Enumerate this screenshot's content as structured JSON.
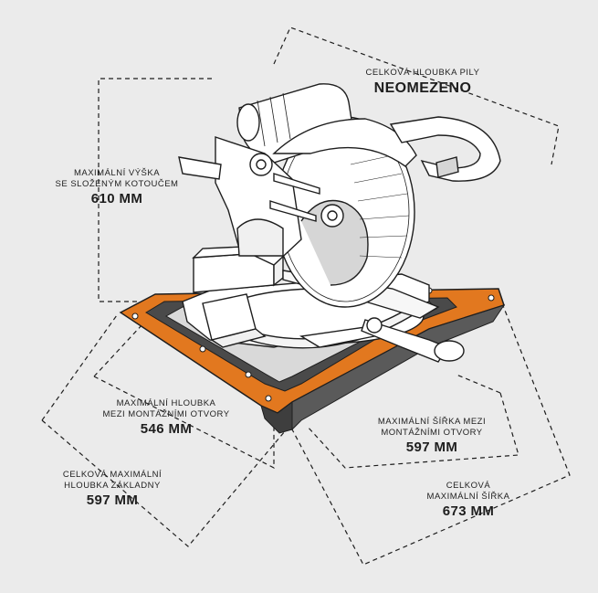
{
  "colors": {
    "background": "#ebebeb",
    "accent_orange": "#e2781f",
    "rail_dark": "#3e3e3e",
    "line": "#1e1e1e"
  },
  "labels": {
    "depth_saw": {
      "line1": "CELKOVÁ HLOUBKA PILY",
      "value": "NEOMEZENO"
    },
    "height": {
      "line1": "MAXIMÁLNÍ VÝŠKA",
      "line2": "SE SLOŽENÝM KOTOUČEM",
      "value": "610 MM"
    },
    "depth_holes": {
      "line1": "MAXIMÁLNÍ HLOUBKA",
      "line2": "MEZI MONTÁŽNÍMI OTVORY",
      "value": "546 MM"
    },
    "width_holes": {
      "line1": "MAXIMÁLNÍ ŠÍŘKA MEZI",
      "line2": "MONTÁŽNÍMI OTVORY",
      "value": "597 MM"
    },
    "depth_base": {
      "line1": "CELKOVÁ MAXIMÁLNÍ",
      "line2": "HLOUBKA ZÁKLADNY",
      "value": "597 MM"
    },
    "width_total": {
      "line1": "CELKOVÁ",
      "line2": "MAXIMÁLNÍ ŠÍŘKA",
      "value": "673 MM"
    }
  },
  "illustration": {
    "subject": "miter-saw-on-mounting-stand"
  }
}
